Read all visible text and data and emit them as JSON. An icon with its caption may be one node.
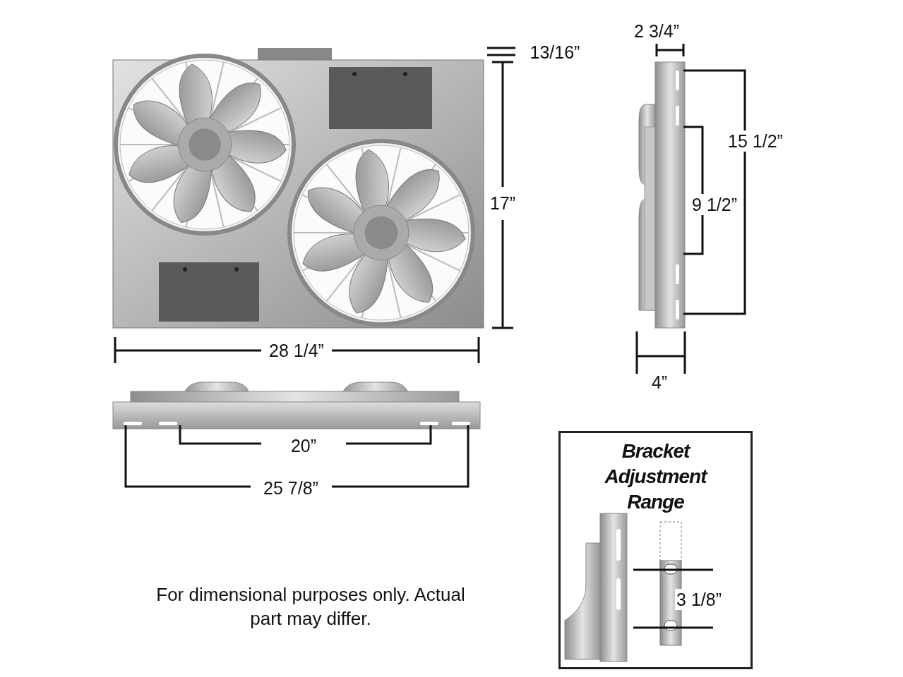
{
  "diagram": {
    "caption": "For dimensional purposes only. Actual part may differ.",
    "nodes": [
      {
        "text": [
          "Bracket Adjustment Range"
        ]
      }
    ],
    "labels": [
      "13/16”",
      "2 3/4”",
      "17”",
      "15 1/2”",
      "9 1/2”",
      "28 1/4”",
      "4”",
      "20”",
      "25 7/8”",
      "3 1/8”"
    ]
  }
}
